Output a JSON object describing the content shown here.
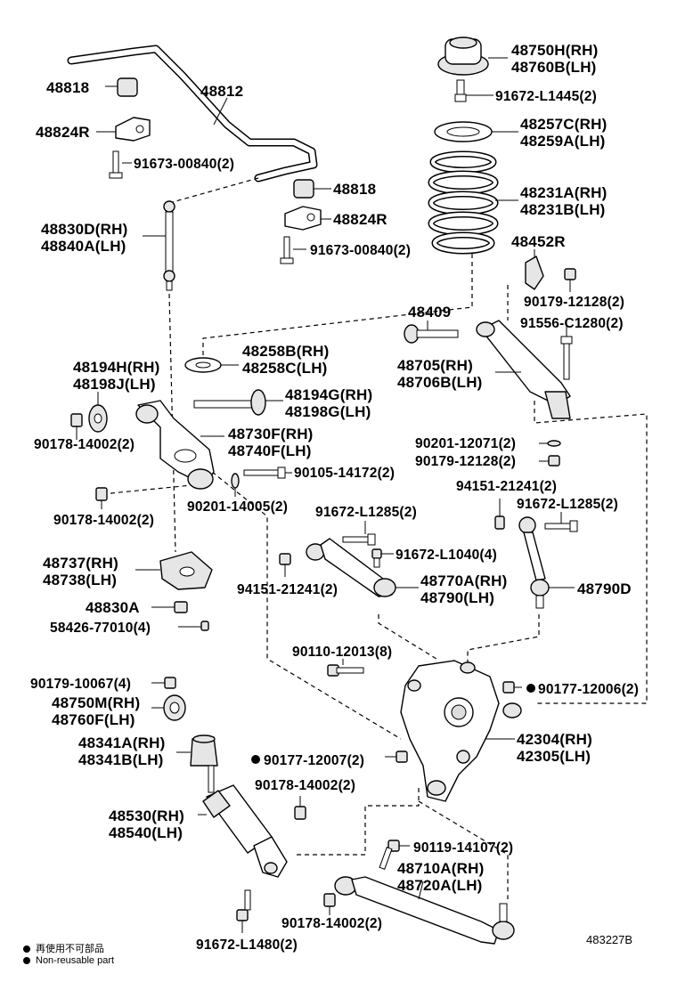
{
  "labels": {
    "p48750H": "48750H(RH)",
    "p48760B": "48760B(LH)",
    "p48818a": "48818",
    "p48812": "48812",
    "p91672L1445": "91672-L1445(2)",
    "p48257C": "48257C(RH)",
    "p48259A": "48259A(LH)",
    "p48824Ra": "48824R",
    "p91673a": "91673-00840(2)",
    "p48231A": "48231A(RH)",
    "p48231B": "48231B(LH)",
    "p48818b": "48818",
    "p48830D": "48830D(RH)",
    "p48840A": "48840A(LH)",
    "p48824Rb": "48824R",
    "p91673b": "91673-00840(2)",
    "p48452R": "48452R",
    "p90179_12128a": "90179-12128(2)",
    "p48409": "48409",
    "p91556": "91556-C1280(2)",
    "p48258B": "48258B(RH)",
    "p48258C": "48258C(LH)",
    "p48194H": "48194H(RH)",
    "p48198J": "48198J(LH)",
    "p48705": "48705(RH)",
    "p48706B": "48706B(LH)",
    "p48194G": "48194G(RH)",
    "p48198G": "48198G(LH)",
    "p48730F": "48730F(RH)",
    "p48740F": "48740F(LH)",
    "p90178a": "90178-14002(2)",
    "p90201_12071": "90201-12071(2)",
    "p90179_12128b": "90179-12128(2)",
    "p90105": "90105-14172(2)",
    "p90201_14005": "90201-14005(2)",
    "p90178b": "90178-14002(2)",
    "p94151a": "94151-21241(2)",
    "p91672L1285a": "91672-L1285(2)",
    "p91672L1285b": "91672-L1285(2)",
    "p48737": "48737(RH)",
    "p48738": "48738(LH)",
    "p91672L1040": "91672-L1040(4)",
    "p94151b": "94151-21241(2)",
    "p48770A": "48770A(RH)",
    "p48790": "48790(LH)",
    "p48790D": "48790D",
    "p48830A": "48830A",
    "p58426": "58426-77010(4)",
    "p90110": "90110-12013(8)",
    "p90179_10067": "90179-10067(4)",
    "p90177_12006": "90177-12006(2)",
    "p48750M": "48750M(RH)",
    "p48760F": "48760F(LH)",
    "p48341A": "48341A(RH)",
    "p48341B": "48341B(LH)",
    "p42304": "42304(RH)",
    "p42305": "42305(LH)",
    "p90177_12007": "90177-12007(2)",
    "p90178c": "90178-14002(2)",
    "p48530": "48530(RH)",
    "p48540": "48540(LH)",
    "p90119": "90119-14107(2)",
    "p48710A": "48710A(RH)",
    "p48720A": "48720A(LH)",
    "p90178d": "90178-14002(2)",
    "p91672L1480": "91672-L1480(2)"
  },
  "legend": {
    "line1": "再使用不可部品",
    "line2": "Non-reusable part"
  },
  "reference_code": "483227B"
}
